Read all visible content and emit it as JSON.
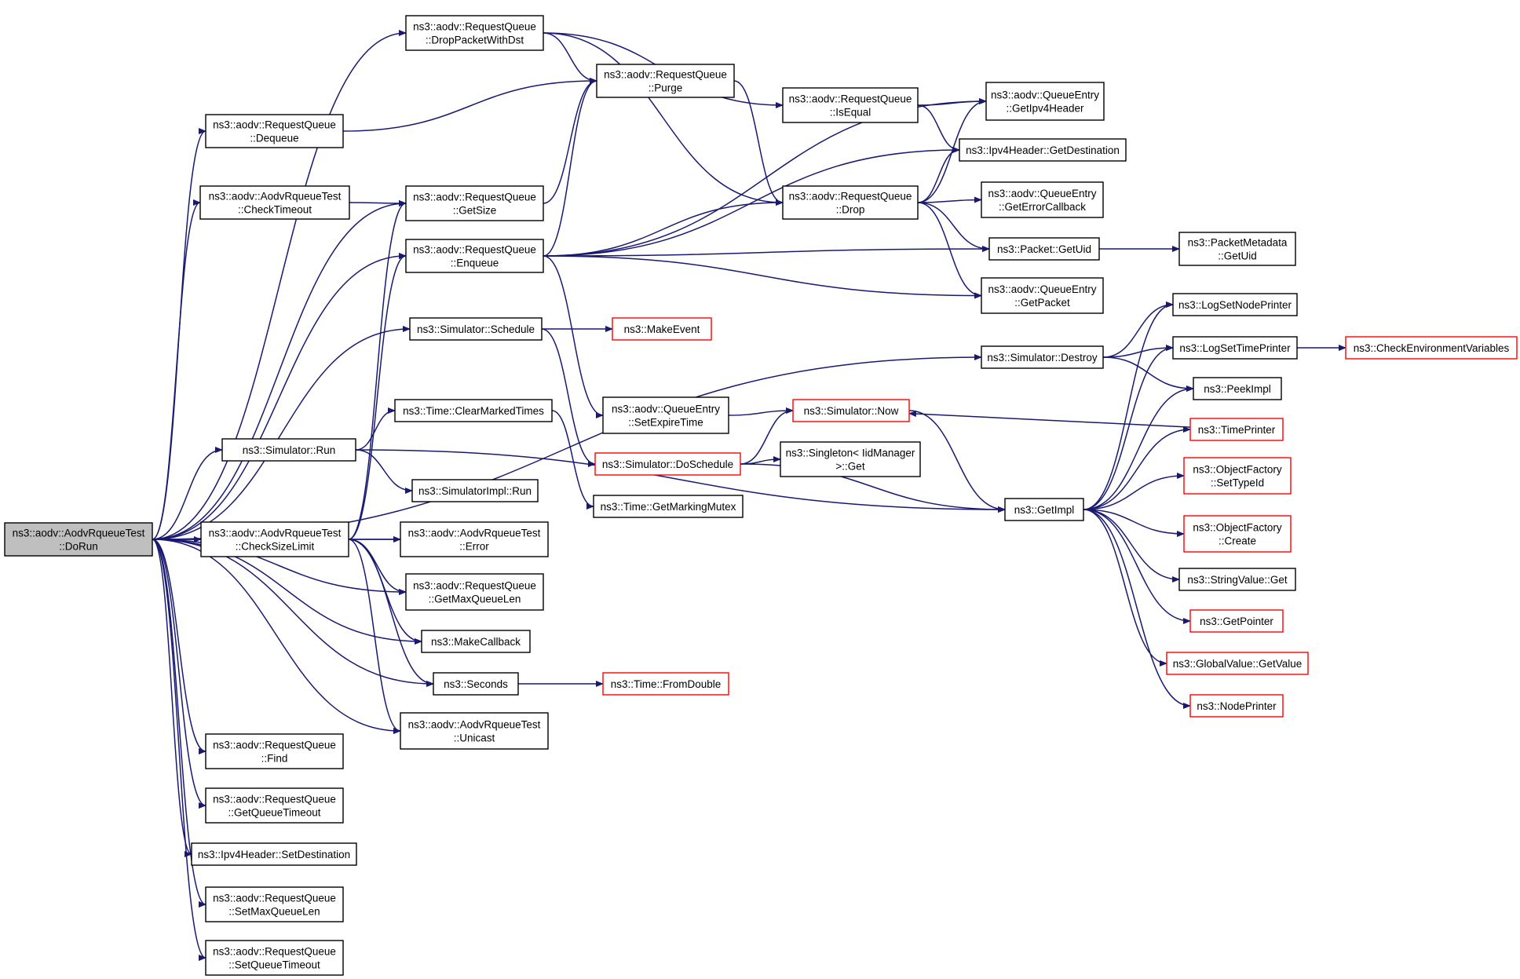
{
  "colors": {
    "edge": "#191970",
    "node_border": "#000000",
    "truncated_border": "#ff0000",
    "root_fill": "#bfbfbf",
    "node_fill": "#ffffff"
  },
  "nodes": [
    {
      "id": "dorun",
      "lines": [
        "ns3::aodv::AodvRqueueTest",
        "::DoRun"
      ],
      "root": true
    },
    {
      "id": "dropPacketWithDst",
      "lines": [
        "ns3::aodv::RequestQueue",
        "::DropPacketWithDst"
      ]
    },
    {
      "id": "purge",
      "lines": [
        "ns3::aodv::RequestQueue",
        "::Purge"
      ]
    },
    {
      "id": "dequeue",
      "lines": [
        "ns3::aodv::RequestQueue",
        "::Dequeue"
      ]
    },
    {
      "id": "checkTimeout",
      "lines": [
        "ns3::aodv::AodvRqueueTest",
        "::CheckTimeout"
      ]
    },
    {
      "id": "getSize",
      "lines": [
        "ns3::aodv::RequestQueue",
        "::GetSize"
      ]
    },
    {
      "id": "enqueue",
      "lines": [
        "ns3::aodv::RequestQueue",
        "::Enqueue"
      ]
    },
    {
      "id": "isEqual",
      "lines": [
        "ns3::aodv::RequestQueue",
        "::IsEqual"
      ]
    },
    {
      "id": "getIpv4Header",
      "lines": [
        "ns3::aodv::QueueEntry",
        "::GetIpv4Header"
      ]
    },
    {
      "id": "ipv4GetDestination",
      "lines": [
        "ns3::Ipv4Header::GetDestination"
      ]
    },
    {
      "id": "drop",
      "lines": [
        "ns3::aodv::RequestQueue",
        "::Drop"
      ]
    },
    {
      "id": "getErrorCallback",
      "lines": [
        "ns3::aodv::QueueEntry",
        "::GetErrorCallback"
      ]
    },
    {
      "id": "packetGetUid",
      "lines": [
        "ns3::Packet::GetUid"
      ]
    },
    {
      "id": "packetMetadataGetUid",
      "lines": [
        "ns3::PacketMetadata",
        "::GetUid"
      ]
    },
    {
      "id": "getPacket",
      "lines": [
        "ns3::aodv::QueueEntry",
        "::GetPacket"
      ]
    },
    {
      "id": "schedule",
      "lines": [
        "ns3::Simulator::Schedule"
      ]
    },
    {
      "id": "makeEvent",
      "lines": [
        "ns3::MakeEvent"
      ],
      "truncated": true
    },
    {
      "id": "destroy",
      "lines": [
        "ns3::Simulator::Destroy"
      ]
    },
    {
      "id": "logSetNodePrinter",
      "lines": [
        "ns3::LogSetNodePrinter"
      ]
    },
    {
      "id": "logSetTimePrinter",
      "lines": [
        "ns3::LogSetTimePrinter"
      ]
    },
    {
      "id": "checkEnv",
      "lines": [
        "ns3::CheckEnvironmentVariables"
      ],
      "truncated": true
    },
    {
      "id": "peekImpl",
      "lines": [
        "ns3::PeekImpl"
      ]
    },
    {
      "id": "clearMarkedTimes",
      "lines": [
        "ns3::Time::ClearMarkedTimes"
      ]
    },
    {
      "id": "setExpireTime",
      "lines": [
        "ns3::aodv::QueueEntry",
        "::SetExpireTime"
      ]
    },
    {
      "id": "simNow",
      "lines": [
        "ns3::Simulator::Now"
      ],
      "truncated": true
    },
    {
      "id": "timePrinter",
      "lines": [
        "ns3::TimePrinter"
      ],
      "truncated": true
    },
    {
      "id": "simRun",
      "lines": [
        "ns3::Simulator::Run"
      ]
    },
    {
      "id": "doSchedule",
      "lines": [
        "ns3::Simulator::DoSchedule"
      ],
      "truncated": true
    },
    {
      "id": "singletonGet",
      "lines": [
        "ns3::Singleton< IidManager",
        ">::Get"
      ]
    },
    {
      "id": "setTypeId",
      "lines": [
        "ns3::ObjectFactory",
        "::SetTypeId"
      ],
      "truncated": true
    },
    {
      "id": "simImplRun",
      "lines": [
        "ns3::SimulatorImpl::Run"
      ]
    },
    {
      "id": "getMarkingMutex",
      "lines": [
        "ns3::Time::GetMarkingMutex"
      ]
    },
    {
      "id": "getImpl",
      "lines": [
        "ns3::GetImpl"
      ]
    },
    {
      "id": "checkSizeLimit",
      "lines": [
        "ns3::aodv::AodvRqueueTest",
        "::CheckSizeLimit"
      ]
    },
    {
      "id": "error",
      "lines": [
        "ns3::aodv::AodvRqueueTest",
        "::Error"
      ]
    },
    {
      "id": "create",
      "lines": [
        "ns3::ObjectFactory",
        "::Create"
      ],
      "truncated": true
    },
    {
      "id": "getMaxQueueLen",
      "lines": [
        "ns3::aodv::RequestQueue",
        "::GetMaxQueueLen"
      ]
    },
    {
      "id": "stringValueGet",
      "lines": [
        "ns3::StringValue::Get"
      ]
    },
    {
      "id": "getPointer",
      "lines": [
        "ns3::GetPointer"
      ],
      "truncated": true
    },
    {
      "id": "makeCallback",
      "lines": [
        "ns3::MakeCallback"
      ]
    },
    {
      "id": "globalGetValue",
      "lines": [
        "ns3::GlobalValue::GetValue"
      ],
      "truncated": true
    },
    {
      "id": "seconds",
      "lines": [
        "ns3::Seconds"
      ]
    },
    {
      "id": "fromDouble",
      "lines": [
        "ns3::Time::FromDouble"
      ],
      "truncated": true
    },
    {
      "id": "nodePrinter",
      "lines": [
        "ns3::NodePrinter"
      ],
      "truncated": true
    },
    {
      "id": "unicast",
      "lines": [
        "ns3::aodv::AodvRqueueTest",
        "::Unicast"
      ]
    },
    {
      "id": "find",
      "lines": [
        "ns3::aodv::RequestQueue",
        "::Find"
      ]
    },
    {
      "id": "getQueueTimeout",
      "lines": [
        "ns3::aodv::RequestQueue",
        "::GetQueueTimeout"
      ]
    },
    {
      "id": "ipv4SetDestination",
      "lines": [
        "ns3::Ipv4Header::SetDestination"
      ]
    },
    {
      "id": "setMaxQueueLen",
      "lines": [
        "ns3::aodv::RequestQueue",
        "::SetMaxQueueLen"
      ]
    },
    {
      "id": "setQueueTimeout",
      "lines": [
        "ns3::aodv::RequestQueue",
        "::SetQueueTimeout"
      ]
    }
  ],
  "edges": [
    [
      "dorun",
      "dropPacketWithDst"
    ],
    [
      "dorun",
      "dequeue"
    ],
    [
      "dorun",
      "checkTimeout"
    ],
    [
      "dorun",
      "getSize"
    ],
    [
      "dorun",
      "enqueue"
    ],
    [
      "dorun",
      "schedule"
    ],
    [
      "dorun",
      "destroy"
    ],
    [
      "dorun",
      "simRun"
    ],
    [
      "dorun",
      "checkSizeLimit"
    ],
    [
      "dorun",
      "error"
    ],
    [
      "dorun",
      "getMaxQueueLen"
    ],
    [
      "dorun",
      "makeCallback"
    ],
    [
      "dorun",
      "seconds"
    ],
    [
      "dorun",
      "unicast"
    ],
    [
      "dorun",
      "find"
    ],
    [
      "dorun",
      "getQueueTimeout"
    ],
    [
      "dorun",
      "ipv4SetDestination"
    ],
    [
      "dorun",
      "setMaxQueueLen"
    ],
    [
      "dorun",
      "setQueueTimeout"
    ],
    [
      "dropPacketWithDst",
      "purge"
    ],
    [
      "dropPacketWithDst",
      "isEqual"
    ],
    [
      "dropPacketWithDst",
      "drop"
    ],
    [
      "dequeue",
      "purge"
    ],
    [
      "checkTimeout",
      "getSize"
    ],
    [
      "getSize",
      "purge"
    ],
    [
      "enqueue",
      "purge"
    ],
    [
      "enqueue",
      "getIpv4Header"
    ],
    [
      "enqueue",
      "ipv4GetDestination"
    ],
    [
      "enqueue",
      "drop"
    ],
    [
      "enqueue",
      "packetGetUid"
    ],
    [
      "enqueue",
      "getPacket"
    ],
    [
      "enqueue",
      "setExpireTime"
    ],
    [
      "purge",
      "drop"
    ],
    [
      "isEqual",
      "getIpv4Header"
    ],
    [
      "isEqual",
      "ipv4GetDestination"
    ],
    [
      "drop",
      "getIpv4Header"
    ],
    [
      "drop",
      "ipv4GetDestination"
    ],
    [
      "drop",
      "getErrorCallback"
    ],
    [
      "drop",
      "packetGetUid"
    ],
    [
      "drop",
      "getPacket"
    ],
    [
      "packetGetUid",
      "packetMetadataGetUid"
    ],
    [
      "schedule",
      "makeEvent"
    ],
    [
      "schedule",
      "doSchedule"
    ],
    [
      "destroy",
      "logSetNodePrinter"
    ],
    [
      "destroy",
      "logSetTimePrinter"
    ],
    [
      "destroy",
      "peekImpl"
    ],
    [
      "logSetTimePrinter",
      "checkEnv"
    ],
    [
      "setExpireTime",
      "simNow"
    ],
    [
      "simNow",
      "getImpl"
    ],
    [
      "timePrinter",
      "simNow"
    ],
    [
      "simRun",
      "clearMarkedTimes"
    ],
    [
      "simRun",
      "simImplRun"
    ],
    [
      "simRun",
      "getImpl"
    ],
    [
      "clearMarkedTimes",
      "getMarkingMutex"
    ],
    [
      "doSchedule",
      "simNow"
    ],
    [
      "doSchedule",
      "singletonGet"
    ],
    [
      "doSchedule",
      "getImpl"
    ],
    [
      "getImpl",
      "logSetNodePrinter"
    ],
    [
      "getImpl",
      "logSetTimePrinter"
    ],
    [
      "getImpl",
      "peekImpl"
    ],
    [
      "getImpl",
      "timePrinter"
    ],
    [
      "getImpl",
      "setTypeId"
    ],
    [
      "getImpl",
      "create"
    ],
    [
      "getImpl",
      "stringValueGet"
    ],
    [
      "getImpl",
      "getPointer"
    ],
    [
      "getImpl",
      "globalGetValue"
    ],
    [
      "getImpl",
      "nodePrinter"
    ],
    [
      "checkSizeLimit",
      "getSize"
    ],
    [
      "checkSizeLimit",
      "enqueue"
    ],
    [
      "checkSizeLimit",
      "error"
    ],
    [
      "checkSizeLimit",
      "getMaxQueueLen"
    ],
    [
      "checkSizeLimit",
      "makeCallback"
    ],
    [
      "checkSizeLimit",
      "seconds"
    ],
    [
      "checkSizeLimit",
      "unicast"
    ],
    [
      "seconds",
      "fromDouble"
    ]
  ]
}
